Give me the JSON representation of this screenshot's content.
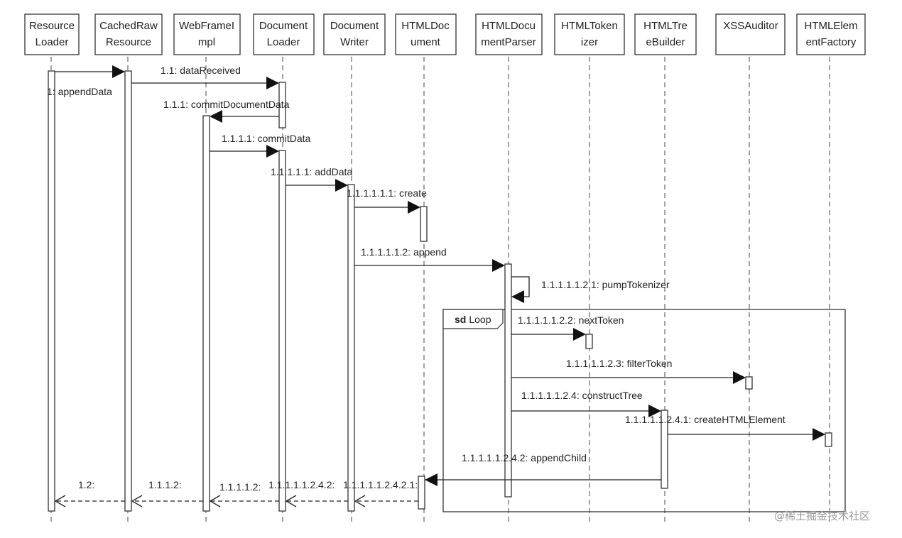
{
  "actors": [
    {
      "lines": [
        "Resource",
        "Loader"
      ]
    },
    {
      "lines": [
        "CachedRaw",
        "Resource"
      ]
    },
    {
      "lines": [
        "WebFrameI",
        "mpl"
      ]
    },
    {
      "lines": [
        "Document",
        "Loader"
      ]
    },
    {
      "lines": [
        "Document",
        "Writer"
      ]
    },
    {
      "lines": [
        "HTMLDoc",
        "ument"
      ]
    },
    {
      "lines": [
        "HTMLDocu",
        "mentParser"
      ]
    },
    {
      "lines": [
        "HTMLToken",
        "izer"
      ]
    },
    {
      "lines": [
        "HTMLTre",
        "eBuilder"
      ]
    },
    {
      "lines": [
        "XSSAuditor"
      ]
    },
    {
      "lines": [
        "HTMLElem",
        "entFactory"
      ]
    }
  ],
  "messages": [
    {
      "label": "1: appendData",
      "from": 0,
      "to": 1,
      "kind": "call"
    },
    {
      "label": "1.1: dataReceived",
      "from": 1,
      "to": 3,
      "kind": "call"
    },
    {
      "label": "1.1.1: commitDocumentData",
      "from": 3,
      "to": 2,
      "kind": "call"
    },
    {
      "label": "1.1.1.1: commitData",
      "from": 2,
      "to": 3,
      "kind": "call"
    },
    {
      "label": "1.1.1.1.1: addData",
      "from": 3,
      "to": 4,
      "kind": "call"
    },
    {
      "label": "1.1.1.1.1.1: create",
      "from": 4,
      "to": 5,
      "kind": "call"
    },
    {
      "label": "1.1.1.1.1.2: append",
      "from": 4,
      "to": 6,
      "kind": "call"
    },
    {
      "label": "1.1.1.1.1.2.1: pumpTokenizer",
      "from": 6,
      "to": 6,
      "kind": "self"
    },
    {
      "label": "1.1.1.1.1.2.2: nextToken",
      "from": 6,
      "to": 7,
      "kind": "call"
    },
    {
      "label": "1.1.1.1.1.2.3: filterToken",
      "from": 6,
      "to": 9,
      "kind": "call"
    },
    {
      "label": "1.1.1.1.1.2.4: constructTree",
      "from": 6,
      "to": 8,
      "kind": "call"
    },
    {
      "label": "1.1.1.1.1.2.4.1: createHTMLElement",
      "from": 8,
      "to": 10,
      "kind": "call"
    },
    {
      "label": "1.1.1.1.1.2.4.2: appendChild",
      "from": 8,
      "to": 5,
      "kind": "call"
    },
    {
      "label": "1.1.1.1.1.2.4.2.1:",
      "from": 5,
      "to": 4,
      "kind": "return"
    },
    {
      "label": "1.1.1.1.1.2.4.2:",
      "from": 4,
      "to": 3,
      "kind": "return"
    },
    {
      "label": "1.1.1.1.2:",
      "from": 3,
      "to": 2,
      "kind": "return"
    },
    {
      "label": "1.1.1.2:",
      "from": 2,
      "to": 1,
      "kind": "return"
    },
    {
      "label": "1.2:",
      "from": 1,
      "to": 0,
      "kind": "return"
    }
  ],
  "frame": {
    "keyword": "sd",
    "name": "Loop"
  },
  "watermark": "@稀土掘金技术社区"
}
